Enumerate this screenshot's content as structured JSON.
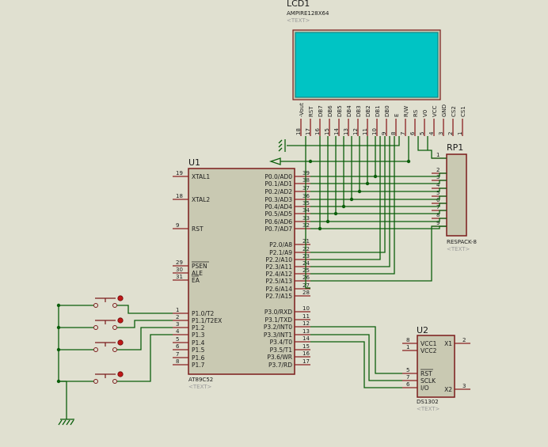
{
  "lcd": {
    "ref": "LCD1",
    "part": "AMPIRE128X64",
    "tag": "<TEXT>",
    "pins": [
      {
        "num": "18",
        "name": "-Vout"
      },
      {
        "num": "17",
        "name": "RST"
      },
      {
        "num": "16",
        "name": "DB7"
      },
      {
        "num": "15",
        "name": "DB6"
      },
      {
        "num": "14",
        "name": "DB5"
      },
      {
        "num": "13",
        "name": "DB4"
      },
      {
        "num": "12",
        "name": "DB3"
      },
      {
        "num": "11",
        "name": "DB2"
      },
      {
        "num": "10",
        "name": "DB1"
      },
      {
        "num": "9",
        "name": "DB0"
      },
      {
        "num": "8",
        "name": "E"
      },
      {
        "num": "7",
        "name": "R/W"
      },
      {
        "num": "6",
        "name": "RS"
      },
      {
        "num": "5",
        "name": "V0"
      },
      {
        "num": "4",
        "name": "VCC"
      },
      {
        "num": "3",
        "name": "GND"
      },
      {
        "num": "2",
        "name": "CS2"
      },
      {
        "num": "1",
        "name": "CS1"
      }
    ]
  },
  "mcu": {
    "ref": "U1",
    "part": "AT89C52",
    "tag": "<TEXT>",
    "left_pins": [
      {
        "num": "19",
        "name": "XTAL1"
      },
      {
        "num": "18",
        "name": "XTAL2"
      },
      {
        "num": "9",
        "name": "RST"
      },
      {
        "num": "29",
        "name": "PSEN"
      },
      {
        "num": "30",
        "name": "ALE"
      },
      {
        "num": "31",
        "name": "EA"
      },
      {
        "num": "1",
        "name": "P1.0/T2"
      },
      {
        "num": "2",
        "name": "P1.1/T2EX"
      },
      {
        "num": "3",
        "name": "P1.2"
      },
      {
        "num": "4",
        "name": "P1.3"
      },
      {
        "num": "5",
        "name": "P1.4"
      },
      {
        "num": "6",
        "name": "P1.5"
      },
      {
        "num": "7",
        "name": "P1.6"
      },
      {
        "num": "8",
        "name": "P1.7"
      }
    ],
    "right_pins": [
      {
        "num": "39",
        "name": "P0.0/AD0"
      },
      {
        "num": "38",
        "name": "P0.1/AD1"
      },
      {
        "num": "37",
        "name": "P0.2/AD2"
      },
      {
        "num": "36",
        "name": "P0.3/AD3"
      },
      {
        "num": "35",
        "name": "P0.4/AD4"
      },
      {
        "num": "34",
        "name": "P0.5/AD5"
      },
      {
        "num": "33",
        "name": "P0.6/AD6"
      },
      {
        "num": "32",
        "name": "P0.7/AD7"
      },
      {
        "num": "21",
        "name": "P2.0/A8"
      },
      {
        "num": "22",
        "name": "P2.1/A9"
      },
      {
        "num": "23",
        "name": "P2.2/A10"
      },
      {
        "num": "24",
        "name": "P2.3/A11"
      },
      {
        "num": "25",
        "name": "P2.4/A12"
      },
      {
        "num": "26",
        "name": "P2.5/A13"
      },
      {
        "num": "27",
        "name": "P2.6/A14"
      },
      {
        "num": "28",
        "name": "P2.7/A15"
      },
      {
        "num": "10",
        "name": "P3.0/RXD"
      },
      {
        "num": "11",
        "name": "P3.1/TXD"
      },
      {
        "num": "12",
        "name": "P3.2/INT0"
      },
      {
        "num": "13",
        "name": "P3.3/INT1"
      },
      {
        "num": "14",
        "name": "P3.4/T0"
      },
      {
        "num": "15",
        "name": "P3.5/T1"
      },
      {
        "num": "16",
        "name": "P3.6/WR"
      },
      {
        "num": "17",
        "name": "P3.7/RD"
      }
    ]
  },
  "rp": {
    "ref": "RP1",
    "part": "RESPACK-8",
    "tag": "<TEXT>",
    "pins": [
      "1",
      "2",
      "3",
      "4",
      "5",
      "6",
      "7",
      "8",
      "9"
    ]
  },
  "rtc": {
    "ref": "U2",
    "part": "DS1302",
    "tag": "<TEXT>",
    "left_pins": [
      {
        "num": "8",
        "name": "VCC1"
      },
      {
        "num": "1",
        "name": "VCC2"
      },
      {
        "num": "5",
        "name": "RST"
      },
      {
        "num": "7",
        "name": "SCLK"
      },
      {
        "num": "6",
        "name": "I/O"
      }
    ],
    "right_pins": [
      {
        "num": "2",
        "name": "X1"
      },
      {
        "num": "3",
        "name": "X2"
      }
    ]
  },
  "buttons_count": 4,
  "colors": {
    "background": "#e0e0d0",
    "wire": "#0b5e0b",
    "component_body": "#c9c9b2",
    "component_outline": "#7a1a1a",
    "lcd_screen": "#00c4c4",
    "button_contact": "#c01818"
  }
}
